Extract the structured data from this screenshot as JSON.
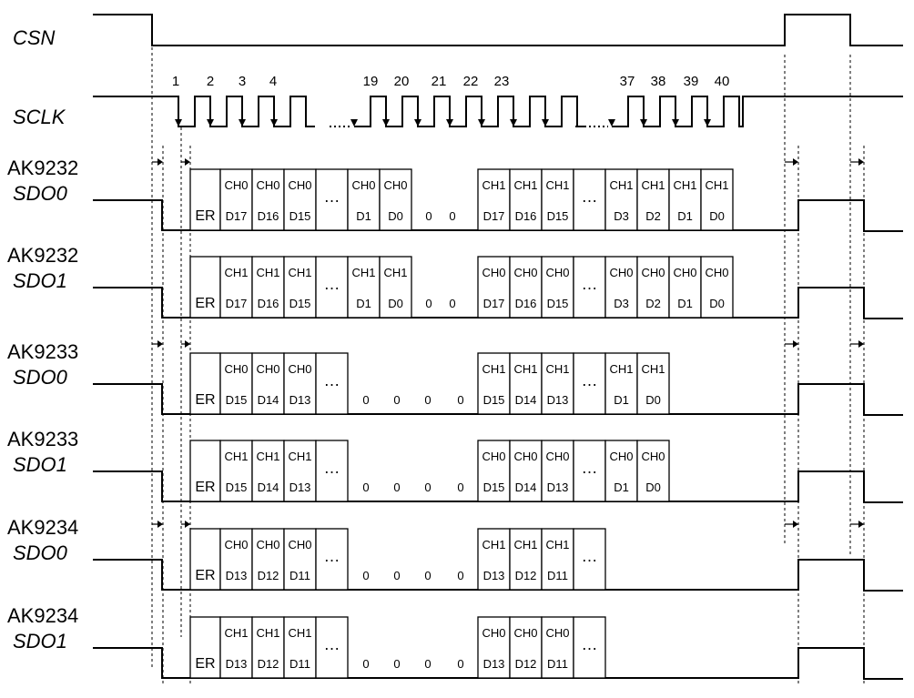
{
  "csn_label": "CSN",
  "sclk_label": "SCLK",
  "clock_numbers": [
    "1",
    "2",
    "3",
    "4",
    "19",
    "20",
    "21",
    "22",
    "23",
    "37",
    "38",
    "39",
    "40"
  ],
  "rows": [
    {
      "chip": "AK9232",
      "sig": "SDO0",
      "cells": [
        {
          "top": "",
          "bot": "ER"
        },
        {
          "top": "CH0",
          "bot": "D17"
        },
        {
          "top": "CH0",
          "bot": "D16"
        },
        {
          "top": "CH0",
          "bot": "D15"
        },
        {
          "top": "...",
          "bot": ""
        },
        {
          "top": "CH0",
          "bot": "D1"
        },
        {
          "top": "CH0",
          "bot": "D0"
        }
      ],
      "zeros": [
        "0",
        "0"
      ],
      "cells2": [
        {
          "top": "CH1",
          "bot": "D17"
        },
        {
          "top": "CH1",
          "bot": "D16"
        },
        {
          "top": "CH1",
          "bot": "D15"
        },
        {
          "top": "...",
          "bot": ""
        },
        {
          "top": "CH1",
          "bot": "D3"
        },
        {
          "top": "CH1",
          "bot": "D2"
        },
        {
          "top": "CH1",
          "bot": "D1"
        },
        {
          "top": "CH1",
          "bot": "D0"
        }
      ]
    },
    {
      "chip": "AK9232",
      "sig": "SDO1",
      "cells": [
        {
          "top": "",
          "bot": "ER"
        },
        {
          "top": "CH1",
          "bot": "D17"
        },
        {
          "top": "CH1",
          "bot": "D16"
        },
        {
          "top": "CH1",
          "bot": "D15"
        },
        {
          "top": "...",
          "bot": ""
        },
        {
          "top": "CH1",
          "bot": "D1"
        },
        {
          "top": "CH1",
          "bot": "D0"
        }
      ],
      "zeros": [
        "0",
        "0"
      ],
      "cells2": [
        {
          "top": "CH0",
          "bot": "D17"
        },
        {
          "top": "CH0",
          "bot": "D16"
        },
        {
          "top": "CH0",
          "bot": "D15"
        },
        {
          "top": "...",
          "bot": ""
        },
        {
          "top": "CH0",
          "bot": "D3"
        },
        {
          "top": "CH0",
          "bot": "D2"
        },
        {
          "top": "CH0",
          "bot": "D1"
        },
        {
          "top": "CH0",
          "bot": "D0"
        }
      ]
    },
    {
      "chip": "AK9233",
      "sig": "SDO0",
      "cells": [
        {
          "top": "",
          "bot": "ER"
        },
        {
          "top": "CH0",
          "bot": "D15"
        },
        {
          "top": "CH0",
          "bot": "D14"
        },
        {
          "top": "CH0",
          "bot": "D13"
        },
        {
          "top": "...",
          "bot": ""
        }
      ],
      "zeros": [
        "0",
        "0",
        "0",
        "0"
      ],
      "cells2": [
        {
          "top": "CH1",
          "bot": "D15"
        },
        {
          "top": "CH1",
          "bot": "D14"
        },
        {
          "top": "CH1",
          "bot": "D13"
        },
        {
          "top": "...",
          "bot": ""
        },
        {
          "top": "CH1",
          "bot": "D1"
        },
        {
          "top": "CH1",
          "bot": "D0"
        }
      ]
    },
    {
      "chip": "AK9233",
      "sig": "SDO1",
      "cells": [
        {
          "top": "",
          "bot": "ER"
        },
        {
          "top": "CH1",
          "bot": "D15"
        },
        {
          "top": "CH1",
          "bot": "D14"
        },
        {
          "top": "CH1",
          "bot": "D13"
        },
        {
          "top": "...",
          "bot": ""
        }
      ],
      "zeros": [
        "0",
        "0",
        "0",
        "0"
      ],
      "cells2": [
        {
          "top": "CH0",
          "bot": "D15"
        },
        {
          "top": "CH0",
          "bot": "D14"
        },
        {
          "top": "CH0",
          "bot": "D13"
        },
        {
          "top": "...",
          "bot": ""
        },
        {
          "top": "CH0",
          "bot": "D1"
        },
        {
          "top": "CH0",
          "bot": "D0"
        }
      ]
    },
    {
      "chip": "AK9234",
      "sig": "SDO0",
      "cells": [
        {
          "top": "",
          "bot": "ER"
        },
        {
          "top": "CH0",
          "bot": "D13"
        },
        {
          "top": "CH0",
          "bot": "D12"
        },
        {
          "top": "CH0",
          "bot": "D11"
        },
        {
          "top": "...",
          "bot": ""
        }
      ],
      "zeros": [
        "0",
        "0",
        "0",
        "0"
      ],
      "cells2": [
        {
          "top": "CH1",
          "bot": "D13"
        },
        {
          "top": "CH1",
          "bot": "D12"
        },
        {
          "top": "CH1",
          "bot": "D11"
        },
        {
          "top": "...",
          "bot": ""
        }
      ]
    },
    {
      "chip": "AK9234",
      "sig": "SDO1",
      "cells": [
        {
          "top": "",
          "bot": "ER"
        },
        {
          "top": "CH1",
          "bot": "D13"
        },
        {
          "top": "CH1",
          "bot": "D12"
        },
        {
          "top": "CH1",
          "bot": "D11"
        },
        {
          "top": "...",
          "bot": ""
        }
      ],
      "zeros": [
        "0",
        "0",
        "0",
        "0"
      ],
      "cells2": [
        {
          "top": "CH0",
          "bot": "D13"
        },
        {
          "top": "CH0",
          "bot": "D12"
        },
        {
          "top": "CH0",
          "bot": "D11"
        },
        {
          "top": "...",
          "bot": ""
        }
      ]
    }
  ]
}
